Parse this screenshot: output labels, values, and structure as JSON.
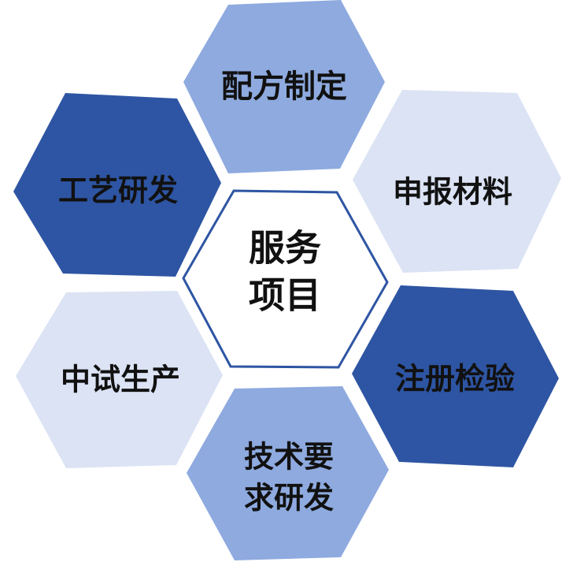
{
  "center": {
    "lines": [
      "服务",
      "项目"
    ],
    "fill": "#ffffff",
    "stroke": "#2e55a3"
  },
  "hexes": [
    {
      "id": "peifang",
      "lines": [
        "配方制定"
      ],
      "fill": "#8eaadf",
      "text_color": "#111111"
    },
    {
      "id": "shenbao",
      "lines": [
        "申报材料"
      ],
      "fill": "#dbe3f4",
      "text_color": "#111111"
    },
    {
      "id": "zhuce",
      "lines": [
        "注册检验"
      ],
      "fill": "#2e55a3",
      "text_color": "#ffffff"
    },
    {
      "id": "jishu",
      "lines": [
        "技术要",
        "求研发"
      ],
      "fill": "#8eaadf",
      "text_color": "#111111"
    },
    {
      "id": "zhongshi",
      "lines": [
        "中试生产"
      ],
      "fill": "#dbe3f4",
      "text_color": "#111111"
    },
    {
      "id": "gongyi",
      "lines": [
        "工艺研发"
      ],
      "fill": "#2e55a3",
      "text_color": "#ffffff"
    }
  ]
}
